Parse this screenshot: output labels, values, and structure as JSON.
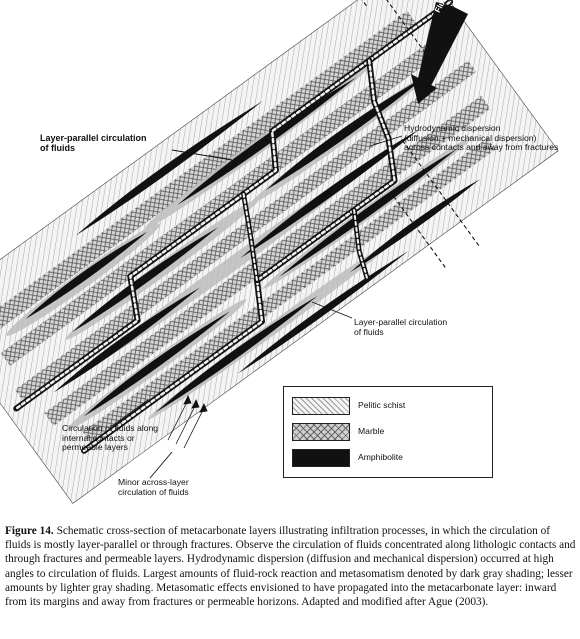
{
  "labels": {
    "fluid_flow": "Fluid flow",
    "layer_parallel_top": "Layer-parallel circulation\nof fluids",
    "hydrodynamic": "Hydrodynamic dispersion\n(diffusion + mechanical dispersion)\nacross contacts and away from fractures",
    "layer_parallel_right": "Layer-parallel circulation\nof fluids",
    "circulation_internal": "Circulation of fluids along\ninternal contacts or\npermeable layers",
    "minor_across": "Minor across-layer\ncirculation of fluids"
  },
  "legend": {
    "items": [
      {
        "label": "Pelitic schist",
        "pattern": "pelitic"
      },
      {
        "label": "Marble",
        "pattern": "marble"
      },
      {
        "label": "Amphibolite",
        "pattern": "amphibolite"
      }
    ]
  },
  "caption": {
    "figure_number": "Figure 14.",
    "text": " Schematic cross-section of metacarbonate layers illustrating infiltration processes, in which the circulation of fluids is mostly layer-parallel or through fractures. Observe the circulation of fluids concentrated along lithologic contacts and through fractures and permeable layers. Hydrodynamic dispersion (diffusion and mechanical dispersion) occurred at high angles to circulation of fluids. Largest amounts of fluid-rock reaction and metasomatism denoted by dark gray shading; lesser amounts by lighter gray shading. Metasomatic effects envisioned to have propagated into the metacarbonate layer: inward from its margins and away from fractures or permeable horizons. Adapted and modified after Ague (2003)."
  },
  "colors": {
    "amphibolite": "#111111",
    "marble": "#cfcfcf",
    "pelitic": "#f4f4f4",
    "outline": "#222222"
  }
}
